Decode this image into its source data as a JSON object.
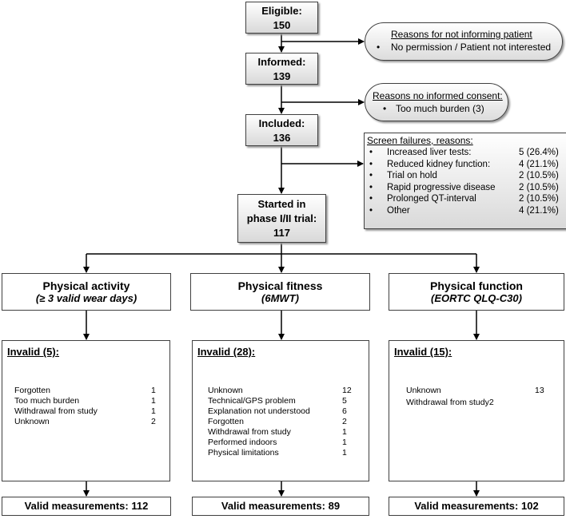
{
  "flow": {
    "eligible": {
      "label": "Eligible:",
      "count": "150"
    },
    "informed": {
      "label": "Informed:",
      "count": "139"
    },
    "included": {
      "label": "Included:",
      "count": "136"
    },
    "started": {
      "line1": "Started in",
      "line2": "phase I/II trial:",
      "count": "117"
    }
  },
  "not_informing": {
    "title": "Reasons for not informing patient",
    "bullet": "•",
    "item": "No permission / Patient not interested"
  },
  "no_consent": {
    "title": "Reasons no informed consent:",
    "bullet": "•",
    "item": "Too much burden (3)"
  },
  "screen_failures": {
    "title": "Screen failures, reasons:",
    "items": [
      {
        "bullet": "•",
        "label": "Increased liver tests:",
        "value": "5 (26.4%)"
      },
      {
        "bullet": "•",
        "label": "Reduced kidney function:",
        "value": "4 (21.1%)"
      },
      {
        "bullet": "•",
        "label": "Trial on hold",
        "value": "2 (10.5%)"
      },
      {
        "bullet": "•",
        "label": "Rapid progressive disease",
        "value": "2 (10.5%)"
      },
      {
        "bullet": "•",
        "label": "Prolonged QT-interval",
        "value": "2 (10.5%)"
      },
      {
        "bullet": "•",
        "label": "Other",
        "value": "4 (21.1%)"
      }
    ]
  },
  "columns": [
    {
      "title": "Physical activity",
      "subtitle": "(≥  3 valid wear days)",
      "invalid": "Invalid (5):",
      "items": [
        {
          "label": "Forgotten",
          "value": "1"
        },
        {
          "label": "Too much burden",
          "value": "1"
        },
        {
          "label": "Withdrawal from study",
          "value": "1"
        },
        {
          "label": "Unknown",
          "value": "2"
        }
      ],
      "valid": "Valid measurements: 112"
    },
    {
      "title": "Physical fitness",
      "subtitle": "(6MWT)",
      "invalid": "Invalid (28):",
      "items": [
        {
          "label": "Unknown",
          "value": "12"
        },
        {
          "label": "Technical/GPS problem",
          "value": "5"
        },
        {
          "label": "Explanation not understood",
          "value": "6"
        },
        {
          "label": "Forgotten",
          "value": "2"
        },
        {
          "label": "Withdrawal from study",
          "value": "1"
        },
        {
          "label": "Performed indoors",
          "value": "1"
        },
        {
          "label": "Physical limitations",
          "value": "1"
        }
      ],
      "valid": "Valid measurements: 89"
    },
    {
      "title": "Physical function",
      "subtitle": "(EORTC QLQ-C30)",
      "invalid": "Invalid (15):",
      "items": [
        {
          "label": "Unknown",
          "value": "13"
        },
        {
          "label": "Withdrawal from study2",
          "value": ""
        }
      ],
      "valid": "Valid measurements: 102"
    }
  ]
}
